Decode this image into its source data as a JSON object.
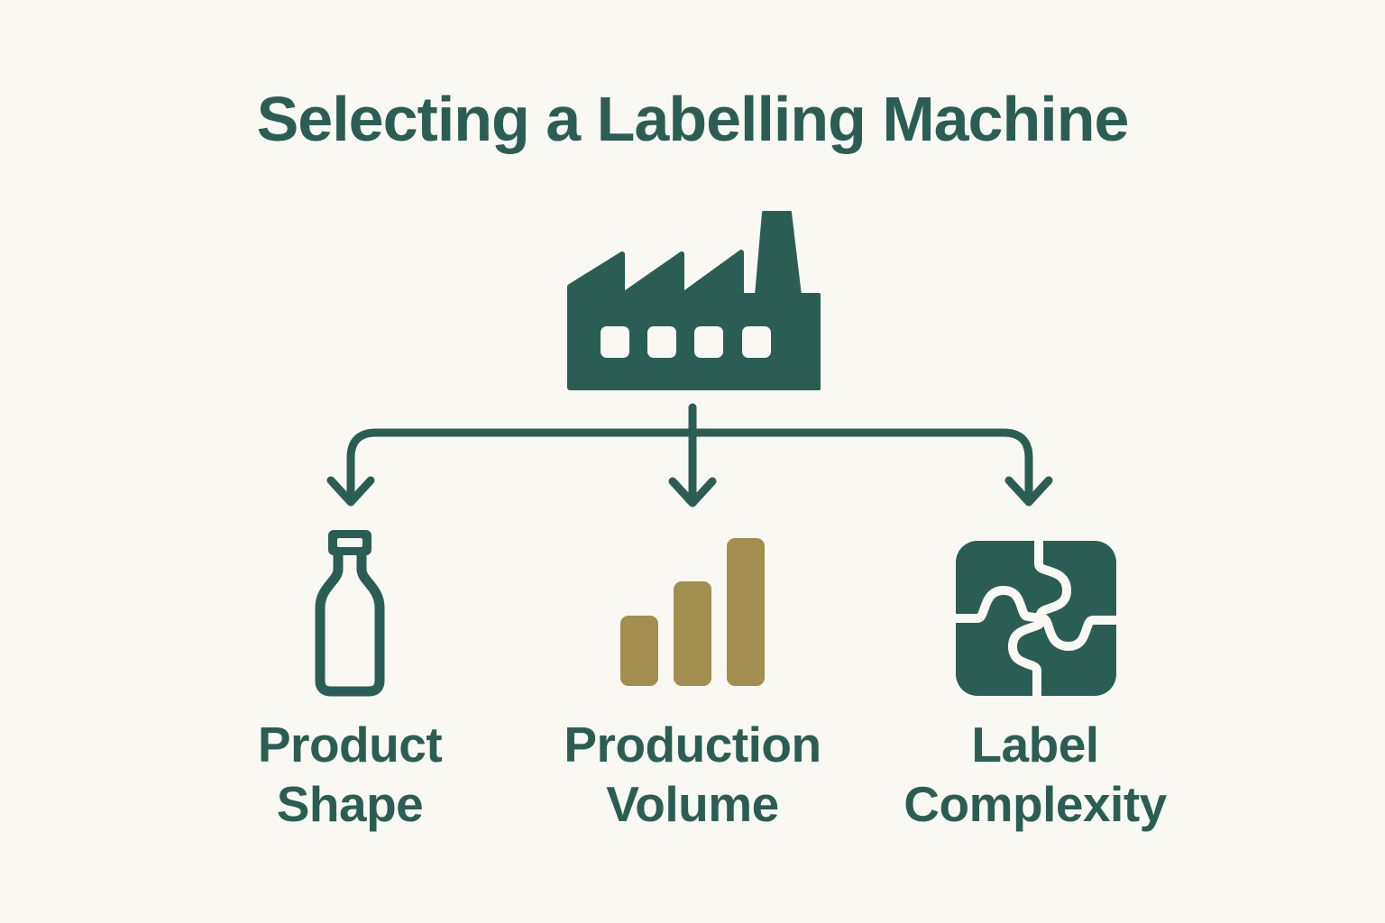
{
  "title": "Selecting a Labelling Machine",
  "colors": {
    "teal": "#2a5e54",
    "gold": "#a28e4e",
    "background": "#faf8f2"
  },
  "diagram": {
    "root": {
      "icon": "factory-icon"
    },
    "connector": {
      "style": "down-arrows",
      "arrow_icons": [
        "arrow-down-icon",
        "arrow-down-icon",
        "arrow-down-icon"
      ]
    },
    "branches": [
      {
        "icon": "bottle-icon",
        "label": "Product\nShape"
      },
      {
        "icon": "bar-chart-icon",
        "label": "Production\nVolume"
      },
      {
        "icon": "puzzle-icon",
        "label": "Label\nComplexity"
      }
    ]
  }
}
